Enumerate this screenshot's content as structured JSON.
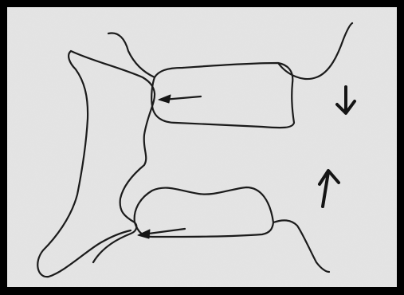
{
  "figure": {
    "colors": {
      "border": "#000000",
      "paper": "#e3e3e3",
      "ink": "#1b1b1b"
    },
    "parts": [
      "outer-contour",
      "upper-block",
      "lower-block",
      "upper-left-arrow",
      "lower-left-arrow",
      "down-arrow",
      "up-arrow"
    ]
  }
}
